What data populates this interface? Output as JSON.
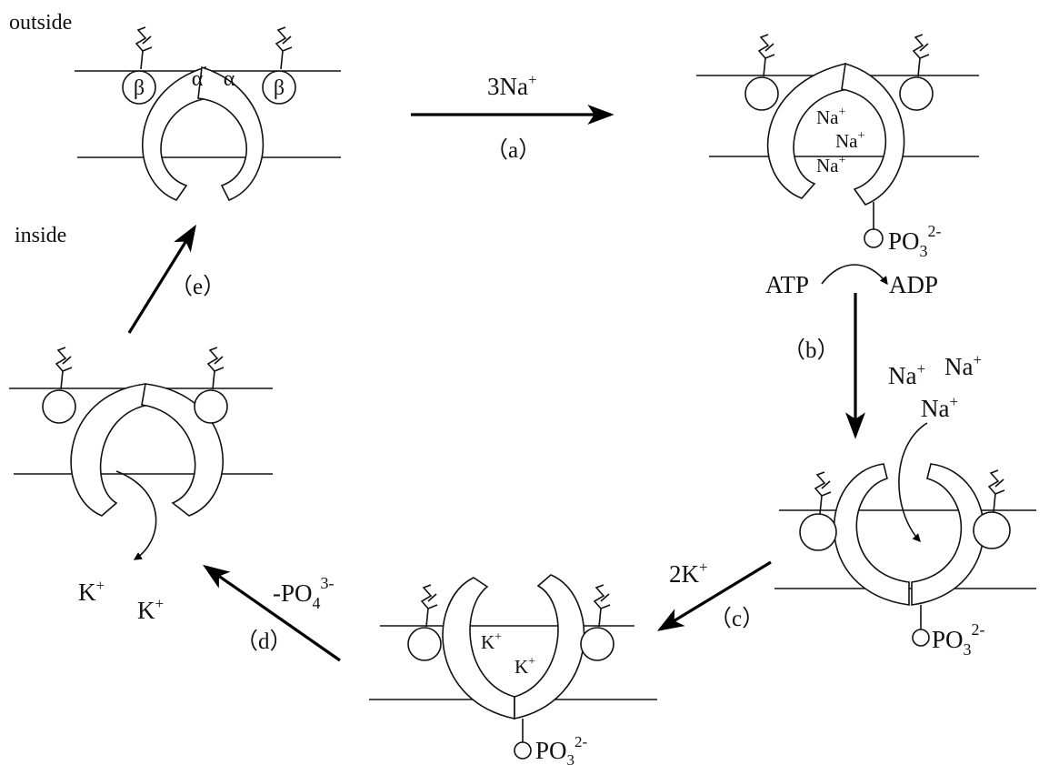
{
  "side_labels": {
    "outside": "outside",
    "inside": "inside"
  },
  "subunit_labels": {
    "alpha_left": "α",
    "alpha_right": "α",
    "beta_left": "β",
    "beta_right": "β"
  },
  "steps": {
    "a": {
      "label": "（a）",
      "above": "3Na",
      "above_sup": "+"
    },
    "b": {
      "label": "（b）",
      "atp": "ATP",
      "adp": "ADP"
    },
    "c": {
      "label": "（c）",
      "above": "2K",
      "above_sup": "+"
    },
    "d": {
      "label": "（d）",
      "above": "-PO",
      "above_sub": "4",
      "above_sup": "3-"
    },
    "e": {
      "label": "（e）"
    }
  },
  "ions": {
    "na": "Na",
    "k": "K",
    "plus": "+"
  },
  "phosphate": {
    "base": "PO",
    "sub": "3",
    "sup": "2-"
  }
}
